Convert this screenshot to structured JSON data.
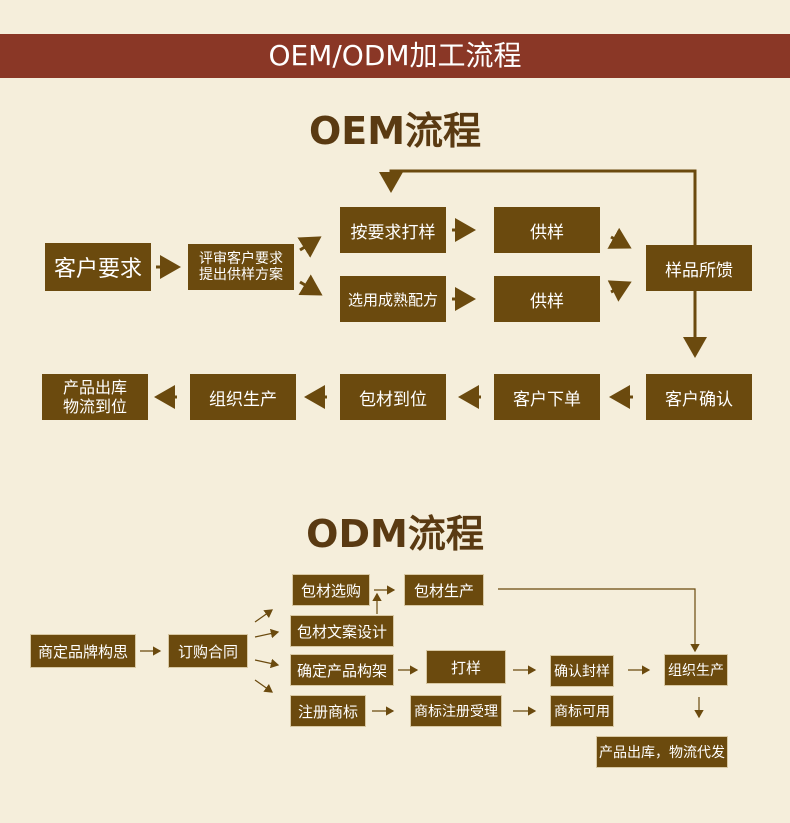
{
  "banner": "OEM/ODM加工流程",
  "colors": {
    "banner_bg": "#8a3726",
    "box_bg": "#6b4a0e",
    "page_bg": "#f5eedb",
    "arrow": "#6b4a0e"
  },
  "oem": {
    "title": "OEM流程",
    "row1": {
      "client_request": "客户要求",
      "review_line1": "评审客户要求",
      "review_line2": "提出供样方案",
      "proof_by_request": "按要求打样",
      "supply_sample_1": "供样",
      "select_formula": "选用成熟配方",
      "supply_sample_2": "供样",
      "sample_feedback": "样品所馈"
    },
    "row2": {
      "client_confirm": "客户确认",
      "client_order": "客户下单",
      "packaging_ready": "包材到位",
      "organize_production": "组织生产",
      "shipping_line1": "产品出库",
      "shipping_line2": "物流到位"
    }
  },
  "odm": {
    "title": "ODM流程",
    "brand_concept": "商定品牌构思",
    "sign_contract": "订购合同",
    "packaging_purchase": "包材选购",
    "packaging_production": "包材生产",
    "packaging_copy_design": "包材文案设计",
    "confirm_product_structure": "确定产品构架",
    "proofing": "打样",
    "confirm_seal_sample": "确认封样",
    "organize_production": "组织生产",
    "register_trademark": "注册商标",
    "trademark_accepted": "商标注册受理",
    "trademark_available": "商标可用",
    "ship_and_deliver": "产品出库，物流代发"
  }
}
